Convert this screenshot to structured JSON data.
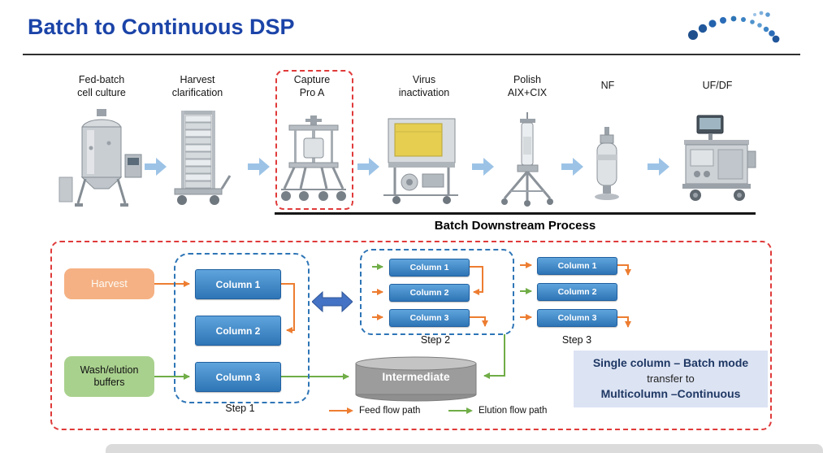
{
  "title": "Batch to Continuous DSP",
  "batch_process": {
    "underline_label": "Batch Downstream Process",
    "stages": [
      {
        "label": "Fed-batch\ncell culture"
      },
      {
        "label": "Harvest\nclarification"
      },
      {
        "label": "Capture\nPro A",
        "highlighted": true
      },
      {
        "label": "Virus\ninactivation"
      },
      {
        "label": "Polish\nAIX+CIX"
      },
      {
        "label": "NF"
      },
      {
        "label": "UF/DF"
      }
    ]
  },
  "continuous_diagram": {
    "harvest_label": "Harvest",
    "buffers_label": "Wash/elution\nbuffers",
    "step1": {
      "label": "Step 1",
      "columns": [
        "Column 1",
        "Column 2",
        "Column 3"
      ]
    },
    "step2": {
      "label": "Step 2",
      "columns": [
        "Column 1",
        "Column 2",
        "Column 3"
      ]
    },
    "step3": {
      "label": "Step 3",
      "columns": [
        "Column 1",
        "Column 2",
        "Column 3"
      ]
    },
    "intermediate_label": "Intermediate",
    "legend": [
      {
        "label": "Feed flow path",
        "color": "#ED7D31"
      },
      {
        "label": "Elution flow path",
        "color": "#70AD47"
      }
    ],
    "note": {
      "line1": "Single column – Batch mode",
      "line2": "transfer to",
      "line3": "Multicolumn –Continuous"
    }
  },
  "colors": {
    "title_blue": "#1B44A8",
    "column_blue": "#2E75B6",
    "harvest_orange": "#F5B183",
    "buffers_green": "#A9D18E",
    "feed_orange": "#ED7D31",
    "elution_green": "#70AD47",
    "highlight_red": "#E03A3A",
    "stage_arrow_blue": "#9CC3E6",
    "note_bg": "#DCE3F3"
  }
}
